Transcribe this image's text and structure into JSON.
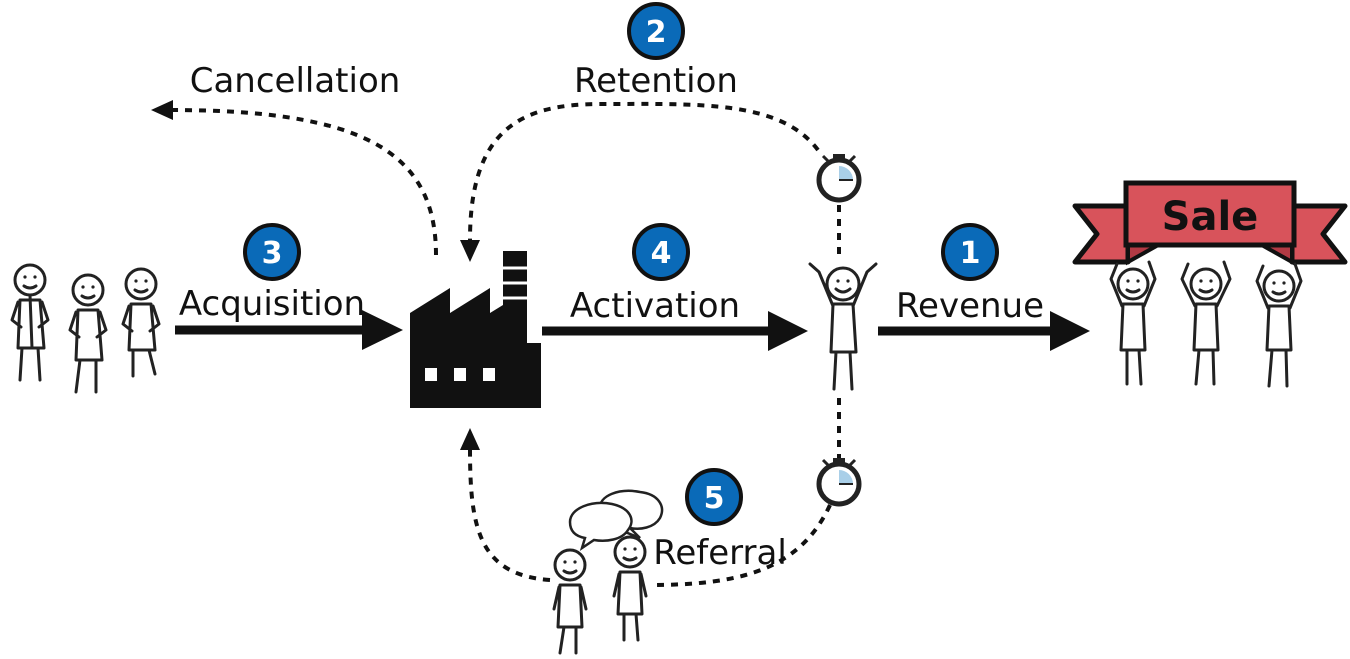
{
  "labels": {
    "cancellation": "Cancellation",
    "retention": "Retention",
    "acquisition": "Acquisition",
    "activation": "Activation",
    "revenue": "Revenue",
    "referral": "Referral",
    "sale": "Sale"
  },
  "badges": {
    "revenue": "1",
    "retention": "2",
    "acquisition": "3",
    "activation": "4",
    "referral": "5"
  },
  "colors": {
    "badge": "#0a6ab8",
    "banner": "#d8535b",
    "banner_dark": "#b23a44",
    "ink": "#111111",
    "timer_fill": "#a9cfe8"
  },
  "icons": [
    "factory-icon",
    "stopwatch-icon",
    "speech-bubble-icon",
    "stick-figure-icon",
    "banner-icon"
  ]
}
